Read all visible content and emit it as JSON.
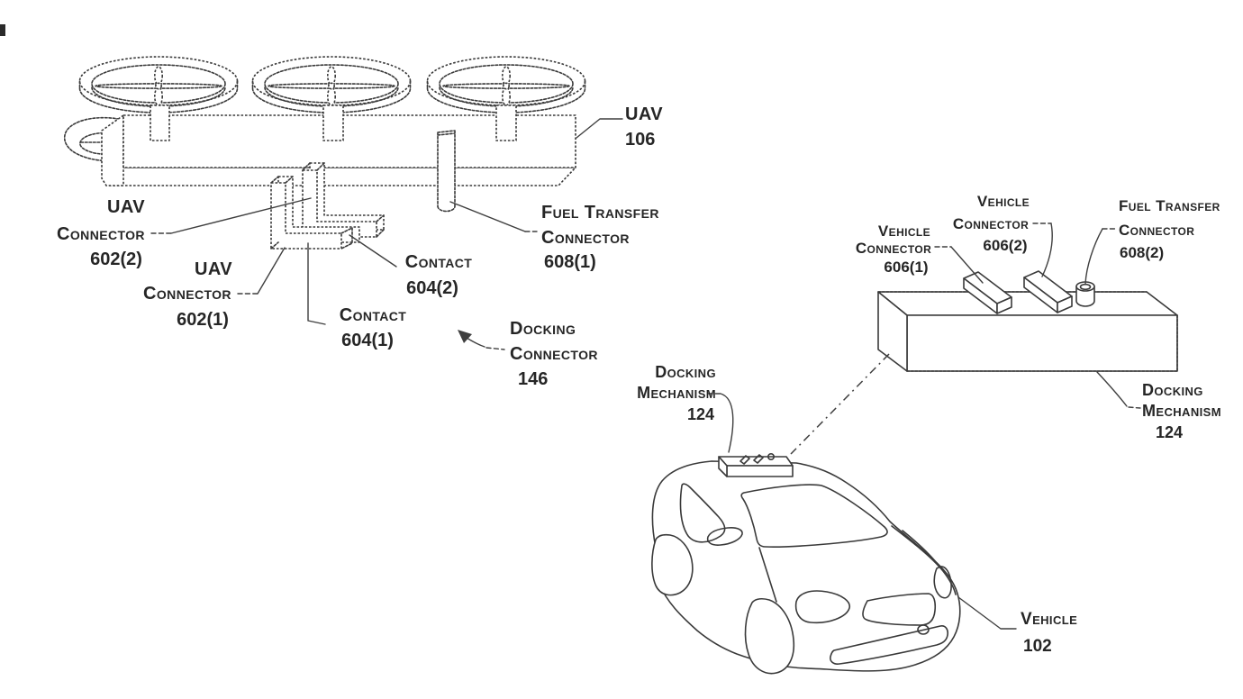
{
  "figure": {
    "background_color": "#ffffff",
    "ink_color": "#3a3a3a",
    "text_color": "#262626",
    "description": "Patent-style line drawing of a UAV with docking connector and a vehicle with roof docking mechanism"
  },
  "labels": {
    "uav": {
      "line1": "UAV",
      "line2": "106"
    },
    "uav_connector_2": {
      "line1": "UAV",
      "line2": "Connector",
      "line3": "602(2)"
    },
    "uav_connector_1": {
      "line1": "UAV",
      "line2": "Connector",
      "line3": "602(1)"
    },
    "contact_2": {
      "line1": "Contact",
      "line2": "604(2)"
    },
    "contact_1": {
      "line1": "Contact",
      "line2": "604(1)"
    },
    "fuel_transfer_1": {
      "line1": "Fuel Transfer",
      "line2": "Connector",
      "line3": "608(1)"
    },
    "docking_connector": {
      "line1": "Docking",
      "line2": "Connector",
      "line3": "146"
    },
    "vehicle_connector_1": {
      "line1": "Vehicle",
      "line2": "Connector",
      "line3": "606(1)"
    },
    "vehicle_connector_2": {
      "line1": "Vehicle",
      "line2": "Connector",
      "line3": "606(2)"
    },
    "fuel_transfer_2": {
      "line1": "Fuel Transfer",
      "line2": "Connector",
      "line3": "608(2)"
    },
    "docking_mechanism_left": {
      "line1": "Docking",
      "line2": "Mechanism",
      "line3": "124"
    },
    "docking_mechanism_right": {
      "line1": "Docking",
      "line2": "Mechanism",
      "line3": "124"
    },
    "vehicle": {
      "line1": "Vehicle",
      "line2": "102"
    }
  }
}
